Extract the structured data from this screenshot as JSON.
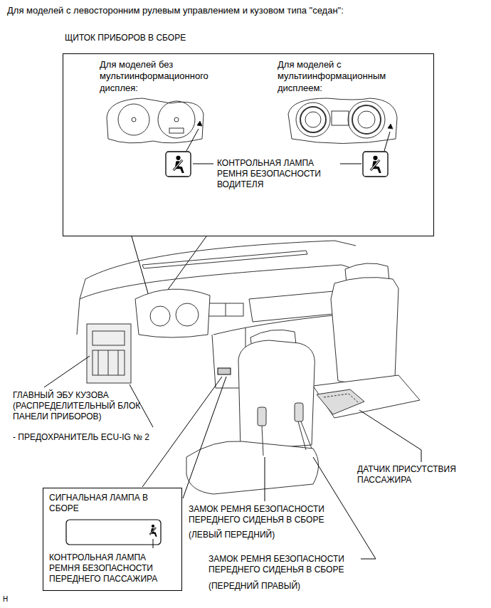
{
  "diagram": {
    "title": "Для моделей с левосторонним рулевым управлением и кузовом типа \"седан\":",
    "nodes": [
      {
        "text": [
          "ЩИТОК ПРИБОРОВ В СБОРЕ",
          "Для моделей без мультиинформационного дисплея:",
          "Для моделей с мультиинформационным дисплеем:",
          "КОНТРОЛЬНАЯ ЛАМПА РЕМНЯ БЕЗОПАСНОСТИ ВОДИТЕЛЯ"
        ]
      },
      {
        "text": [
          "СИГНАЛЬНАЯ ЛАМПА В СБОРЕ",
          "КОНТРОЛЬНАЯ ЛАМПА РЕМНЯ БЕЗОПАСНОСТИ ПЕРЕДНЕГО ПАССАЖИРА"
        ]
      }
    ],
    "labels": [
      "ГЛАВНЫЙ ЭБУ КУЗОВА (РАСПРЕДЕЛИТЕЛЬНЫЙ БЛОК ПАНЕЛИ ПРИБОРОВ)",
      "- ПРЕДОХРАНИТЕЛЬ ECU-IG № 2",
      "ЗАМОК РЕМНЯ БЕЗОПАСНОСТИ ПЕРЕДНЕГО СИДЕНЬЯ В СБОРЕ",
      "(ЛЕВЫЙ ПЕРЕДНИЙ)",
      "ДАТЧИК ПРИСУТСТВИЯ ПАССАЖИРА",
      "ЗАМОК РЕМНЯ БЕЗОПАСНОСТИ ПЕРЕДНЕГО СИДЕНЬЯ В СБОРЕ",
      "(ПЕРЕДНИЙ ПРАВЫЙ)",
      "H"
    ]
  }
}
